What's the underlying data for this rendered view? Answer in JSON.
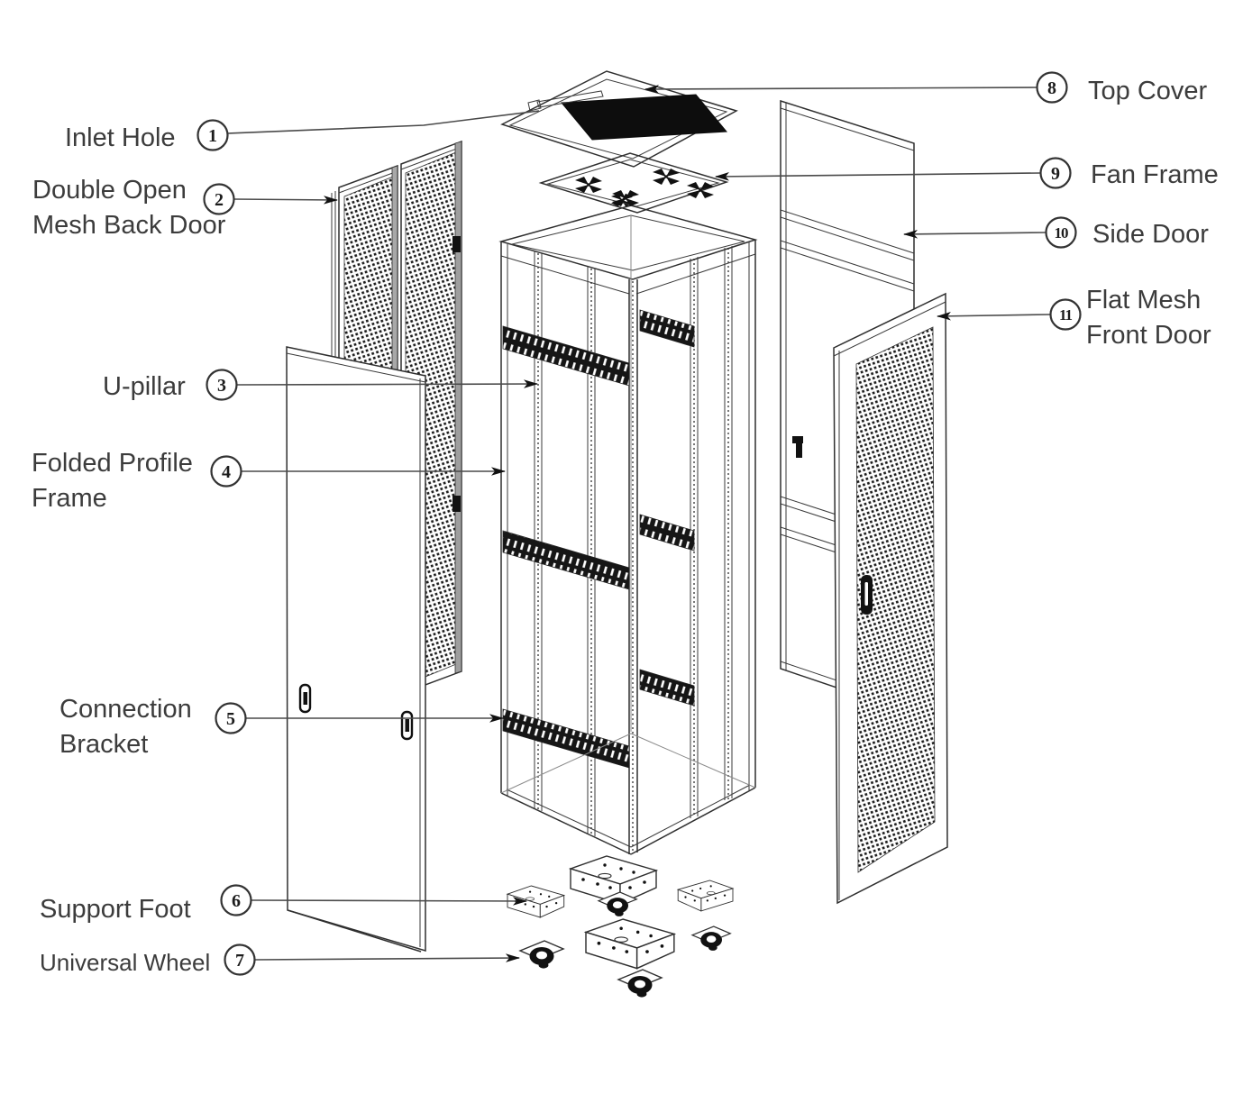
{
  "diagram": {
    "type": "exploded-parts-diagram",
    "subject": "network server cabinet / rack enclosure",
    "background_color": "#ffffff",
    "line_color": "#3c3c3c",
    "parts": [
      {
        "num": "1",
        "lines": [
          "Inlet Hole"
        ]
      },
      {
        "num": "2",
        "lines": [
          "Double Open",
          "Mesh Back Door"
        ]
      },
      {
        "num": "3",
        "lines": [
          "U-pillar"
        ]
      },
      {
        "num": "4",
        "lines": [
          "Folded Profile",
          "Frame"
        ]
      },
      {
        "num": "5",
        "lines": [
          "Connection",
          "Bracket"
        ]
      },
      {
        "num": "6",
        "lines": [
          "Support Foot"
        ]
      },
      {
        "num": "7",
        "lines": [
          "Universal Wheel"
        ]
      },
      {
        "num": "8",
        "lines": [
          "Top Cover"
        ]
      },
      {
        "num": "9",
        "lines": [
          "Fan Frame"
        ]
      },
      {
        "num": "10",
        "lines": [
          "Side Door"
        ]
      },
      {
        "num": "11",
        "lines": [
          "Flat Mesh",
          "Front Door"
        ]
      }
    ]
  }
}
